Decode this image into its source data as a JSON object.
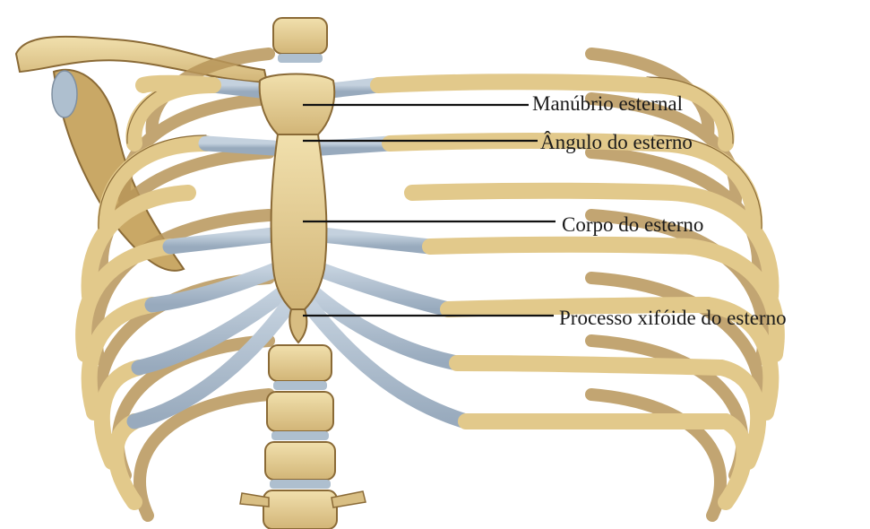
{
  "labels": {
    "manubrium": "Manúbrio esternal",
    "sternal_angle": "Ângulo do esterno",
    "sternum_body": "Corpo do esterno",
    "xiphoid_process": "Processo xifóide do esterno"
  },
  "colors": {
    "bone": "#e8d39a",
    "bone_shade": "#c9a866",
    "bone_outline": "#8a6a36",
    "cartilage": "#aebfcf",
    "cartilage_shade": "#8d9fb3",
    "leader_line": "#111111",
    "background": "#ffffff"
  }
}
